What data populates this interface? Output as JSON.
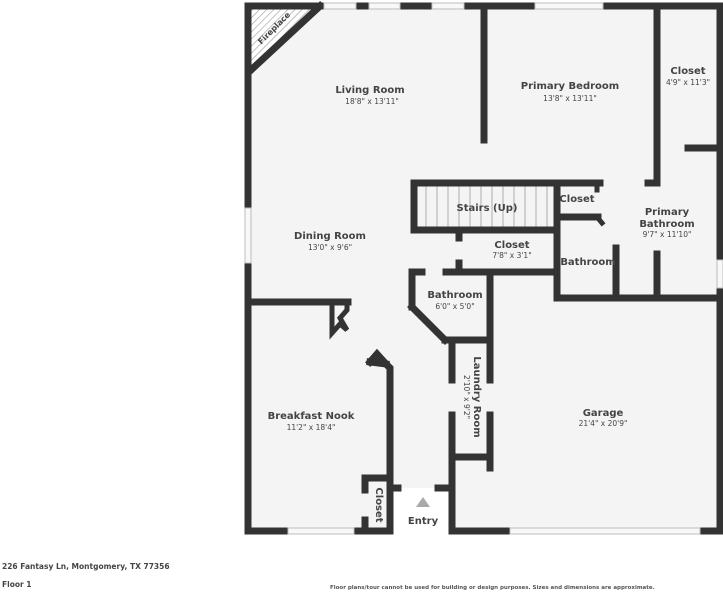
{
  "floorplan": {
    "rooms": [
      {
        "id": "living-room",
        "name": "Living Room",
        "dims": "18'8\" x 13'11\""
      },
      {
        "id": "primary-bedroom",
        "name": "Primary Bedroom",
        "dims": "13'8\" x 13'11\""
      },
      {
        "id": "closet-primary",
        "name": "Closet",
        "dims": "4'9\" x 11'3\""
      },
      {
        "id": "stairs",
        "name": "Stairs (Up)",
        "dims": ""
      },
      {
        "id": "closet-small",
        "name": "Closet",
        "dims": ""
      },
      {
        "id": "primary-bathroom",
        "name": "Primary Bathroom",
        "name_line1": "Primary",
        "name_line2": "Bathroom",
        "dims": "9'7\" x 11'10\""
      },
      {
        "id": "dining-room",
        "name": "Dining Room",
        "dims": "13'0\" x 9'6\""
      },
      {
        "id": "closet-hall",
        "name": "Closet",
        "dims": "7'8\" x 3'1\""
      },
      {
        "id": "bathroom-upper",
        "name": "Bathroom",
        "dims": ""
      },
      {
        "id": "bathroom-half",
        "name": "Bathroom",
        "dims": "6'0\" x 5'0\""
      },
      {
        "id": "laundry-room",
        "name": "Laundry Room",
        "dims": "2'10\" x 9'2\""
      },
      {
        "id": "garage",
        "name": "Garage",
        "dims": "21'4\" x 20'9\""
      },
      {
        "id": "breakfast-nook",
        "name": "Breakfast Nook",
        "dims": "11'2\" x 18'4\""
      },
      {
        "id": "closet-entry",
        "name": "Closet",
        "dims": ""
      },
      {
        "id": "entry",
        "name": "Entry",
        "dims": ""
      }
    ],
    "features": {
      "fireplace": "Fireplace"
    }
  },
  "footer": {
    "address": "226 Fantasy Ln, Montgomery, TX 77356",
    "floor": "Floor 1",
    "disclaimer": "Floor plans/tour cannot be used for building or design purposes. Sizes and dimensions are approximate."
  },
  "colors": {
    "wall": "#333333",
    "room_fill": "#f4f4f4",
    "text": "#444444"
  }
}
